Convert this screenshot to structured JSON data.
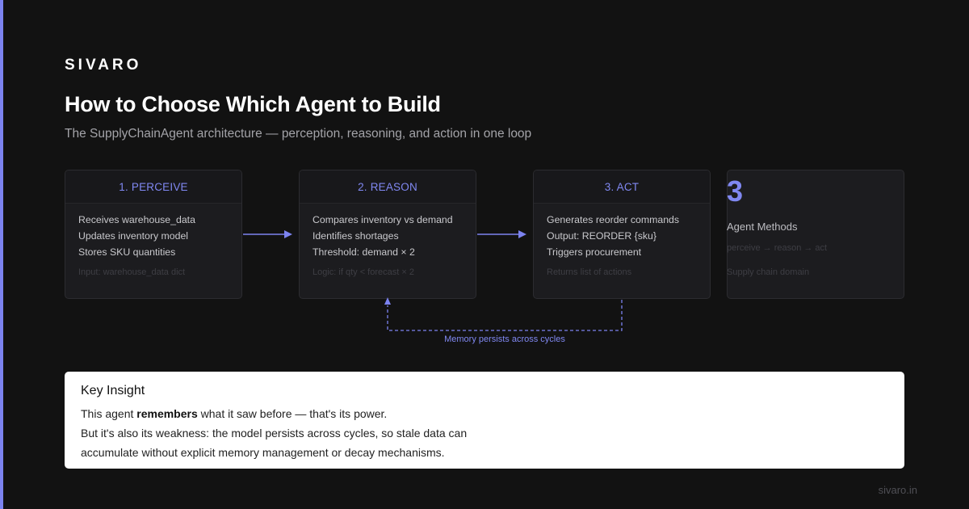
{
  "brand": "SIVARO",
  "title": "How to Choose Which Agent to Build",
  "subtitle": "The SupplyChainAgent architecture — perception, reasoning, and action in one loop",
  "steps": [
    {
      "title": "1. PERCEIVE",
      "lines": [
        "Receives warehouse_data",
        "Updates inventory model",
        "Stores SKU quantities"
      ],
      "note": "Input: warehouse_data dict"
    },
    {
      "title": "2. REASON",
      "lines": [
        "Compares inventory vs demand",
        "Identifies shortages",
        "Threshold: demand × 2"
      ],
      "note": "Logic: if qty < forecast × 2"
    },
    {
      "title": "3. ACT",
      "lines": [
        "Generates reorder commands",
        "Output: REORDER {sku}",
        "Triggers procurement"
      ],
      "note": "Returns list of actions"
    }
  ],
  "stat": {
    "number": "3",
    "label": "Agent Methods",
    "flow": "perceive → reason → act",
    "domain": "Supply chain domain"
  },
  "loop_label": "Memory persists across cycles",
  "insight": {
    "title": "Key Insight",
    "line1_pre": "This agent ",
    "line1_bold": "remembers",
    "line1_post": " what it saw before — that's its power.",
    "line2": "But it's also its weakness: the model persists across cycles, so stale data can",
    "line3": "accumulate without explicit memory management or decay mechanisms."
  },
  "footer": "sivaro.in",
  "colors": {
    "background": "#121212",
    "accent": "#7c83f0",
    "card": "#1c1c1f",
    "insight_bg": "#ffffff"
  }
}
